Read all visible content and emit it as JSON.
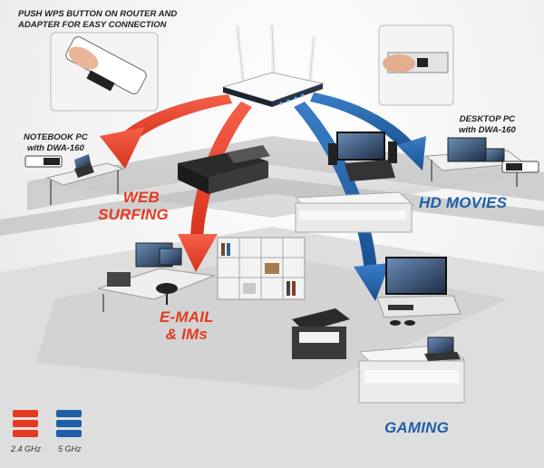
{
  "header": {
    "line1": "PUSH WPS BUTTON ON ROUTER AND",
    "line2": "ADAPTER FOR EASY CONNECTION"
  },
  "devices": {
    "notebook": {
      "line1": "NOTEBOOK PC",
      "line2": "with DWA-160"
    },
    "desktop": {
      "line1": "DESKTOP PC",
      "line2": "with DWA-160"
    }
  },
  "activities": {
    "web_1": "WEB",
    "web_2": "SURFING",
    "email_1": "E-MAIL",
    "email_2": "& IMs",
    "hd": "HD MOVIES",
    "gaming": "GAMING"
  },
  "legend": {
    "band_24": "2.4 GHz",
    "band_5": "5 GHz"
  },
  "colors": {
    "band_24": "#e53a22",
    "band_5": "#1e5fa8"
  }
}
